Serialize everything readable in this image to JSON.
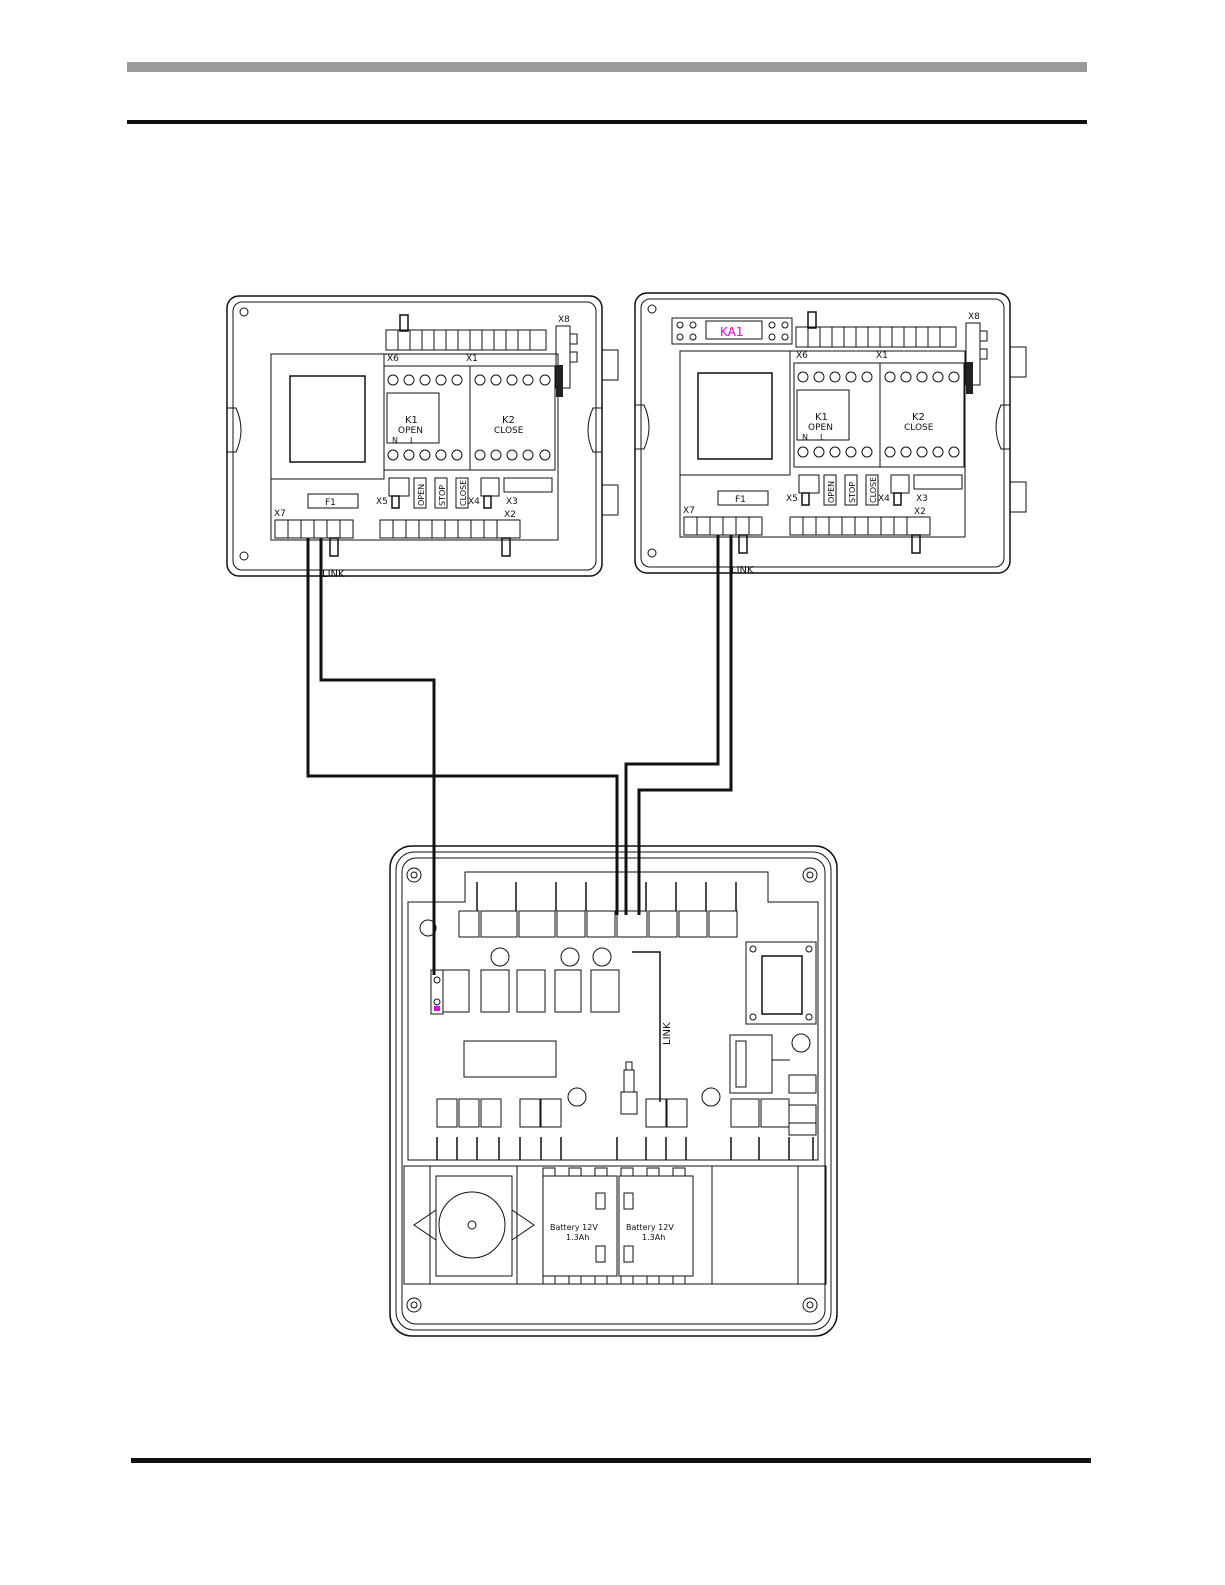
{
  "header": {
    "top_band_color": "#9a9a9a",
    "rule_color": "#111111"
  },
  "left_unit": {
    "x6": "X6",
    "x1": "X1",
    "x8": "X8",
    "x7": "X7",
    "x5": "X5",
    "x4": "X4",
    "x3": "X3",
    "x2": "X2",
    "k1": "K1",
    "k1_sub": "OPEN",
    "k2": "K2",
    "k2_sub": "CLOSE",
    "n_label": "N",
    "l_label": "L",
    "fuse": "F1",
    "link": "LINK",
    "open_btn": "OPEN",
    "stop_btn": "STOP",
    "close_btn": "CLOSE"
  },
  "right_unit": {
    "ka1": "KA1",
    "x6": "X6",
    "x1": "X1",
    "x8": "X8",
    "x7": "X7",
    "x5": "X5",
    "x4": "X4",
    "x3": "X3",
    "x2": "X2",
    "k1": "K1",
    "k1_sub": "OPEN",
    "k2": "K2",
    "k2_sub": "CLOSE",
    "n_label": "N",
    "l_label": "L",
    "fuse": "F1",
    "link": "LINK",
    "open_btn": "OPEN",
    "stop_btn": "STOP",
    "close_btn": "CLOSE"
  },
  "control_unit": {
    "link": "LINK",
    "battery_1": "Battery 12V",
    "battery_1_cap": "1.3Ah",
    "battery_2": "Battery 12V",
    "battery_2_cap": "1.3Ah",
    "ka1_color": "#e000e0"
  }
}
